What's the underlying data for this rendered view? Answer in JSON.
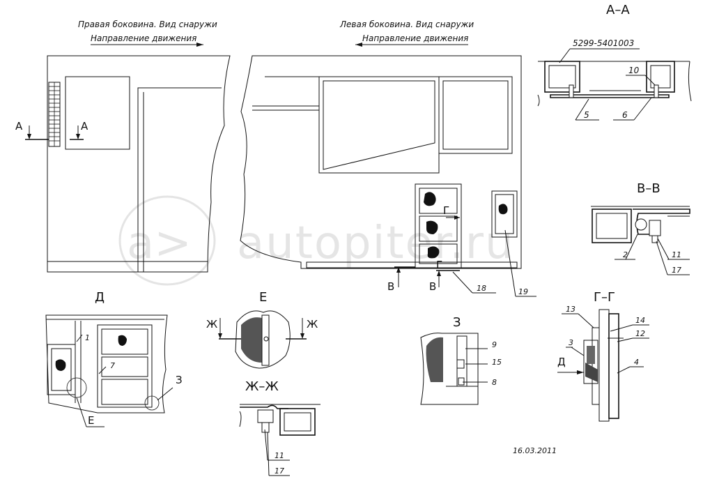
{
  "headers": {
    "right_side": "Правая боковина. Вид снаружи",
    "right_dir": "Направление движения",
    "left_side": "Левая боковина. Вид снаружи",
    "left_dir": "Направление движения"
  },
  "sections": {
    "aa": "А–А",
    "bb": "В–В",
    "gg": "Г–Г",
    "d": "Д",
    "e": "Е",
    "zhzh": "Ж–Ж",
    "z": "З"
  },
  "part_number": "5299-5401003",
  "cut_marks": {
    "a1": "А",
    "a2": "А",
    "g": "Г",
    "g2": "Г",
    "v1": "В",
    "v2": "В",
    "zh1": "Ж",
    "zh2": "Ж",
    "d_arrow": "Д",
    "e_ref": "Е",
    "z_ref": "З"
  },
  "callouts": {
    "c1": "1",
    "c2": "2",
    "c3": "3",
    "c4": "4",
    "c5": "5",
    "c6": "6",
    "c7": "7",
    "c8": "8",
    "c9": "9",
    "c10": "10",
    "c11a": "11",
    "c11b": "11",
    "c12": "12",
    "c13": "13",
    "c14": "14",
    "c15": "15",
    "c17a": "17",
    "c17b": "17",
    "c18": "18",
    "c19": "19"
  },
  "watermark": "autopiter.ru",
  "watermark_logo": "a>",
  "date": "16.03.2011"
}
